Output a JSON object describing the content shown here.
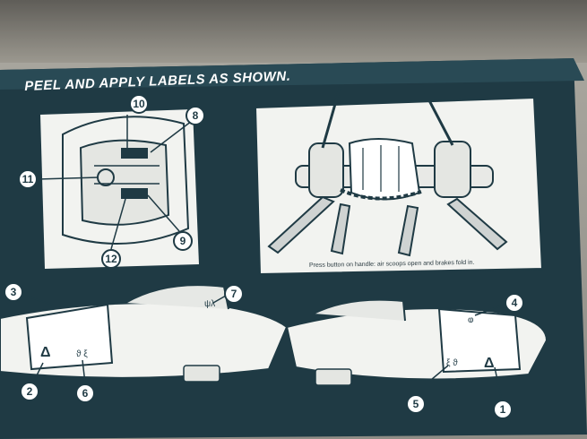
{
  "instruction_sheet": {
    "headline": "PEEL AND APPLY LABELS AS SHOWN.",
    "panel_caption": "Press button on handle: air scoops open and brakes fold in.",
    "callouts": [
      "1",
      "2",
      "3",
      "4",
      "5",
      "6",
      "7",
      "8",
      "9",
      "10",
      "11",
      "12"
    ],
    "colors": {
      "ink": "#1f3a44",
      "paper": "#f2f3f0",
      "background": "#7d7b74"
    }
  }
}
